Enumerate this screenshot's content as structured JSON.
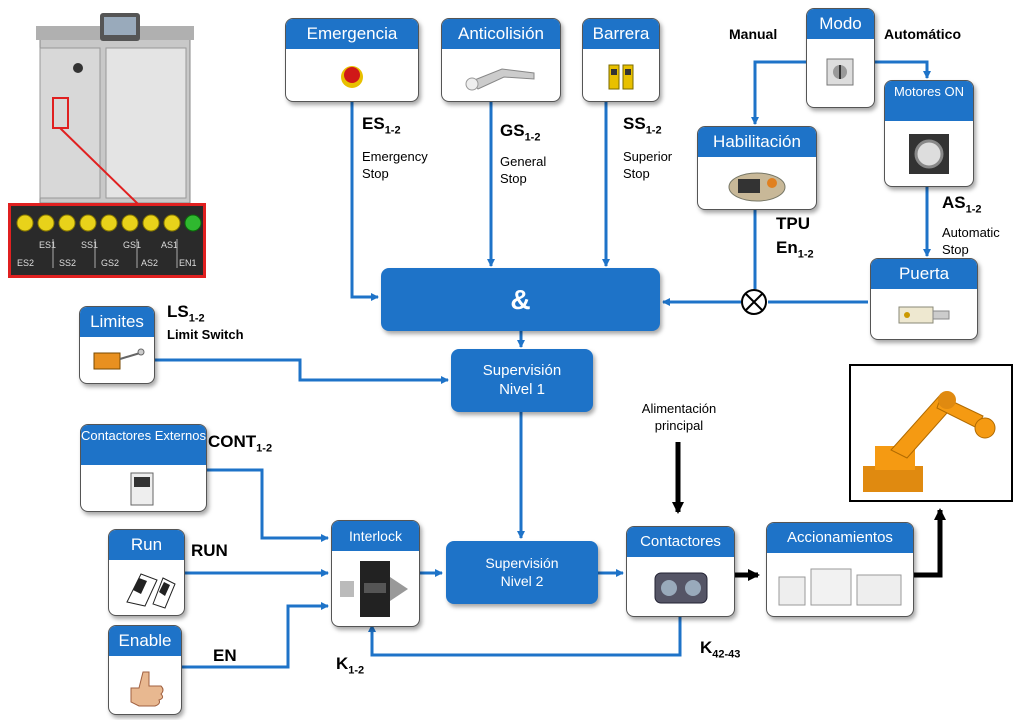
{
  "cards": {
    "emergencia": "Emergencia",
    "anticolision": "Anticolisión",
    "barrera": "Barrera",
    "modo": "Modo",
    "motores_on": "Motores ON",
    "habilitacion": "Habilitación",
    "puerta": "Puerta",
    "limites": "Limites",
    "contactores_externos": "Contactores Externos",
    "run": "Run",
    "enable": "Enable",
    "interlock": "Interlock",
    "contactores": "Contactores",
    "accionamientos": "Accionamientos"
  },
  "blocks": {
    "and": "&",
    "sup1_line1": "Supervisión",
    "sup1_line2": "Nivel 1",
    "sup2_line1": "Supervisión",
    "sup2_line2": "Nivel 2"
  },
  "labels": {
    "es": "ES",
    "es_sub": "1-2",
    "es_desc1": "Emergency",
    "es_desc2": "Stop",
    "gs": "GS",
    "gs_sub": "1-2",
    "gs_desc1": "General",
    "gs_desc2": "Stop",
    "ss": "SS",
    "ss_sub": "1-2",
    "ss_desc1": "Superior",
    "ss_desc2": "Stop",
    "manual": "Manual",
    "automatico": "Automático",
    "tpu": "TPU",
    "en": "En",
    "en_sub": "1-2",
    "as": "AS",
    "as_sub": "1-2",
    "as_desc1": "Automatic",
    "as_desc2": "Stop",
    "ls": "LS",
    "ls_sub": "1-2",
    "ls_desc": "Limit Switch",
    "cont": "CONT",
    "cont_sub": "1-2",
    "run": "RUN",
    "enable": "EN",
    "k12": "K",
    "k12_sub": "1-2",
    "k4243": "K",
    "k4243_sub": "42-43",
    "alim1": "Alimentación",
    "alim2": "principal"
  },
  "cabinet_terminals": {
    "top": [
      "ES1",
      "SS1",
      "GS1",
      "AS1"
    ],
    "bottom": [
      "ES2",
      "SS2",
      "GS2",
      "AS2",
      "EN1"
    ]
  },
  "colors": {
    "blue": "#1e73c8",
    "terminal_yellow": "#e8d21a",
    "terminal_green": "#2fb82f",
    "highlight_red": "#e02020",
    "robot_orange": "#f59a12"
  }
}
